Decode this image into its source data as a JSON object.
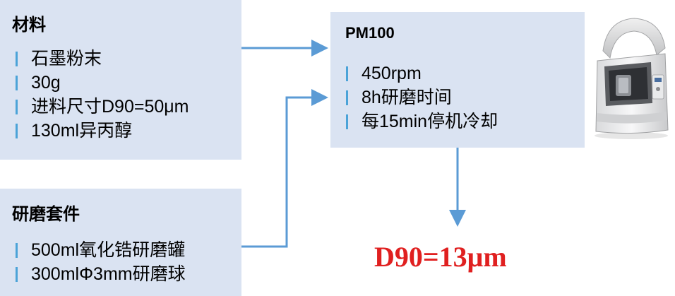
{
  "material": {
    "title": "材料",
    "items": [
      "石墨粉末",
      "30g",
      "进料尺寸D90=50μm",
      "130ml异丙醇"
    ]
  },
  "grinding_kit": {
    "title": "研磨套件",
    "items": [
      "500ml氧化锆研磨罐",
      "300mlΦ3mm研磨球"
    ]
  },
  "pm100": {
    "title": "PM100",
    "items": [
      "450rpm",
      "8h研磨时间",
      "每15min停机冷却"
    ]
  },
  "result": "D90=13μm",
  "colors": {
    "box_fill": "#dae3f2",
    "bullet_bar": "#4ba3d8",
    "arrow": "#5b9bd5",
    "result_text": "#e02020"
  },
  "icons": [
    "planetary-ball-mill-image"
  ]
}
